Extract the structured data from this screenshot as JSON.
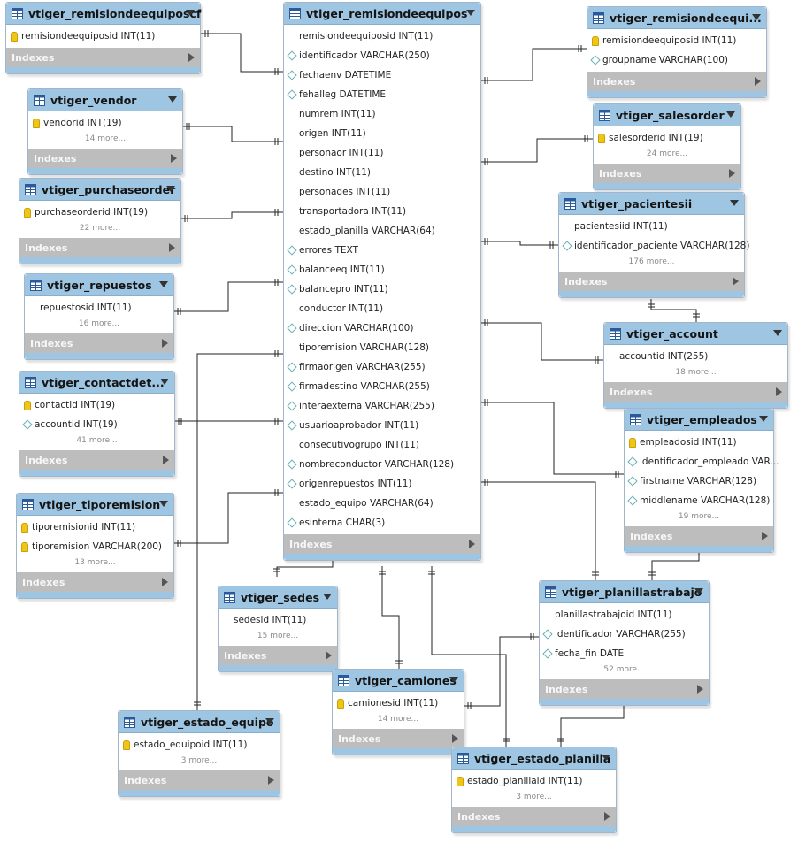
{
  "diagram": {
    "index_label": "Indexes",
    "tables": [
      {
        "id": "remisionequipos",
        "title": "vtiger_remisiondeequipos",
        "columns": [
          {
            "icon": "none",
            "text": "remisiondeequiposid INT(11)"
          },
          {
            "icon": "diamond",
            "text": "identificador VARCHAR(250)"
          },
          {
            "icon": "diamond",
            "text": "fechaenv DATETIME"
          },
          {
            "icon": "diamond",
            "text": "fehalleg DATETIME"
          },
          {
            "icon": "none",
            "text": "numrem INT(11)"
          },
          {
            "icon": "none",
            "text": "origen INT(11)"
          },
          {
            "icon": "none",
            "text": "personaor INT(11)"
          },
          {
            "icon": "none",
            "text": "destino INT(11)"
          },
          {
            "icon": "none",
            "text": "personades INT(11)"
          },
          {
            "icon": "none",
            "text": "transportadora INT(11)"
          },
          {
            "icon": "none",
            "text": "estado_planilla VARCHAR(64)"
          },
          {
            "icon": "diamond",
            "text": "errores TEXT"
          },
          {
            "icon": "diamond",
            "text": "balanceeq INT(11)"
          },
          {
            "icon": "diamond",
            "text": "balancepro INT(11)"
          },
          {
            "icon": "none",
            "text": "conductor INT(11)"
          },
          {
            "icon": "diamond",
            "text": "direccion VARCHAR(100)"
          },
          {
            "icon": "none",
            "text": "tiporemision VARCHAR(128)"
          },
          {
            "icon": "diamond",
            "text": "firmaorigen VARCHAR(255)"
          },
          {
            "icon": "diamond",
            "text": "firmadestino VARCHAR(255)"
          },
          {
            "icon": "diamond",
            "text": "interaexterna VARCHAR(255)"
          },
          {
            "icon": "diamond",
            "text": "usuarioaprobador INT(11)"
          },
          {
            "icon": "none",
            "text": "consecutivogrupo INT(11)"
          },
          {
            "icon": "diamond",
            "text": "nombreconductor VARCHAR(128)"
          },
          {
            "icon": "diamond",
            "text": "origenrepuestos INT(11)"
          },
          {
            "icon": "none",
            "text": "estado_equipo VARCHAR(64)"
          },
          {
            "icon": "diamond",
            "text": "esinterna CHAR(3)"
          }
        ],
        "more": ""
      },
      {
        "id": "remisioncf",
        "title": "vtiger_remisiondeequiposcf",
        "columns": [
          {
            "icon": "key",
            "text": "remisiondeequiposid INT(11)"
          }
        ],
        "more": ""
      },
      {
        "id": "vendor",
        "title": "vtiger_vendor",
        "columns": [
          {
            "icon": "key",
            "text": "vendorid INT(19)"
          }
        ],
        "more": "14 more..."
      },
      {
        "id": "purchaseorder",
        "title": "vtiger_purchaseorder",
        "columns": [
          {
            "icon": "key",
            "text": "purchaseorderid INT(19)"
          }
        ],
        "more": "22 more..."
      },
      {
        "id": "repuestos",
        "title": "vtiger_repuestos",
        "columns": [
          {
            "icon": "none",
            "text": "repuestosid INT(11)"
          }
        ],
        "more": "16 more..."
      },
      {
        "id": "contactdet",
        "title": "vtiger_contactdet...",
        "columns": [
          {
            "icon": "key",
            "text": "contactid INT(19)"
          },
          {
            "icon": "diamond",
            "text": "accountid INT(19)"
          }
        ],
        "more": "41 more..."
      },
      {
        "id": "tiporemision",
        "title": "vtiger_tiporemision",
        "columns": [
          {
            "icon": "key",
            "text": "tiporemisionid INT(11)"
          },
          {
            "icon": "key",
            "text": "tiporemision VARCHAR(200)"
          }
        ],
        "more": "13 more..."
      },
      {
        "id": "sedes",
        "title": "vtiger_sedes",
        "columns": [
          {
            "icon": "none",
            "text": "sedesid INT(11)"
          }
        ],
        "more": "15 more..."
      },
      {
        "id": "estadoequipo",
        "title": "vtiger_estado_equipo",
        "columns": [
          {
            "icon": "key",
            "text": "estado_equipoid INT(11)"
          }
        ],
        "more": "3 more..."
      },
      {
        "id": "camiones",
        "title": "vtiger_camiones",
        "columns": [
          {
            "icon": "key",
            "text": "camionesid INT(11)"
          }
        ],
        "more": "14 more..."
      },
      {
        "id": "estadoplanilla",
        "title": "vtiger_estado_planilla",
        "columns": [
          {
            "icon": "key",
            "text": "estado_planillaid INT(11)"
          }
        ],
        "more": "3 more..."
      },
      {
        "id": "remisiongrp",
        "title": "vtiger_remisiondeequi...",
        "columns": [
          {
            "icon": "key",
            "text": "remisiondeequiposid INT(11)"
          },
          {
            "icon": "diamond",
            "text": "groupname VARCHAR(100)"
          }
        ],
        "more": ""
      },
      {
        "id": "salesorder",
        "title": "vtiger_salesorder",
        "columns": [
          {
            "icon": "key",
            "text": "salesorderid INT(19)"
          }
        ],
        "more": "24 more..."
      },
      {
        "id": "pacientesii",
        "title": "vtiger_pacientesii",
        "columns": [
          {
            "icon": "none",
            "text": "pacientesiid INT(11)"
          },
          {
            "icon": "diamond",
            "text": "identificador_paciente VARCHAR(128)"
          }
        ],
        "more": "176 more..."
      },
      {
        "id": "account",
        "title": "vtiger_account",
        "columns": [
          {
            "icon": "none",
            "text": "accountid INT(255)"
          }
        ],
        "more": "18 more..."
      },
      {
        "id": "empleados",
        "title": "vtiger_empleados",
        "columns": [
          {
            "icon": "key",
            "text": "empleadosid INT(11)"
          },
          {
            "icon": "diamond",
            "text": "identificador_empleado VAR..."
          },
          {
            "icon": "diamond",
            "text": "firstname VARCHAR(128)"
          },
          {
            "icon": "diamond",
            "text": "middlename VARCHAR(128)"
          }
        ],
        "more": "19 more..."
      },
      {
        "id": "planillas",
        "title": "vtiger_planillastrabajo",
        "columns": [
          {
            "icon": "none",
            "text": "planillastrabajoid INT(11)"
          },
          {
            "icon": "diamond",
            "text": "identificador VARCHAR(255)"
          },
          {
            "icon": "diamond",
            "text": "fecha_fin DATE"
          }
        ],
        "more": "52 more..."
      }
    ]
  }
}
